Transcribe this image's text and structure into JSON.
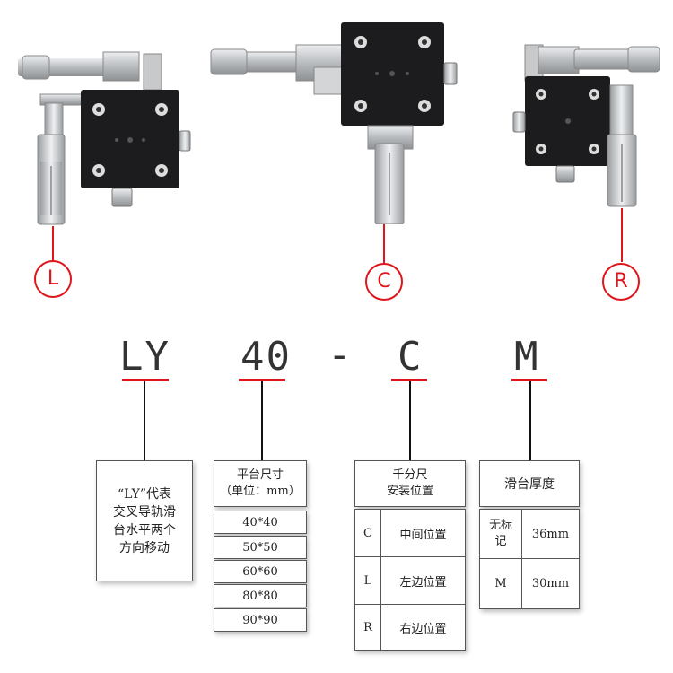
{
  "markers": {
    "left": "L",
    "center": "C",
    "right": "R"
  },
  "code": {
    "part1": "LY",
    "part2": "40",
    "dash": "-",
    "part3": "C",
    "part4": "M"
  },
  "boxes": {
    "type": {
      "lines": [
        "“LY”代表",
        "交叉导轨滑",
        "台水平两个",
        "方向移动"
      ]
    },
    "size": {
      "header": [
        "平台尺寸",
        "（单位：mm）"
      ],
      "options": [
        "40*40",
        "50*50",
        "60*60",
        "80*80",
        "90*90"
      ]
    },
    "micrometer": {
      "header": [
        "千分尺",
        "安装位置"
      ],
      "rows": [
        {
          "code": "C",
          "label": "中间位置"
        },
        {
          "code": "L",
          "label": "左边位置"
        },
        {
          "code": "R",
          "label": "右边位置"
        }
      ]
    },
    "thickness": {
      "header": "滑台厚度",
      "rows": [
        {
          "code": "无标记",
          "value": "36mm"
        },
        {
          "code": "M",
          "value": "30mm"
        }
      ]
    }
  },
  "colors": {
    "accent": "#e0141b",
    "plate": "#1c1c1e",
    "metal": "#c9cbcd"
  }
}
